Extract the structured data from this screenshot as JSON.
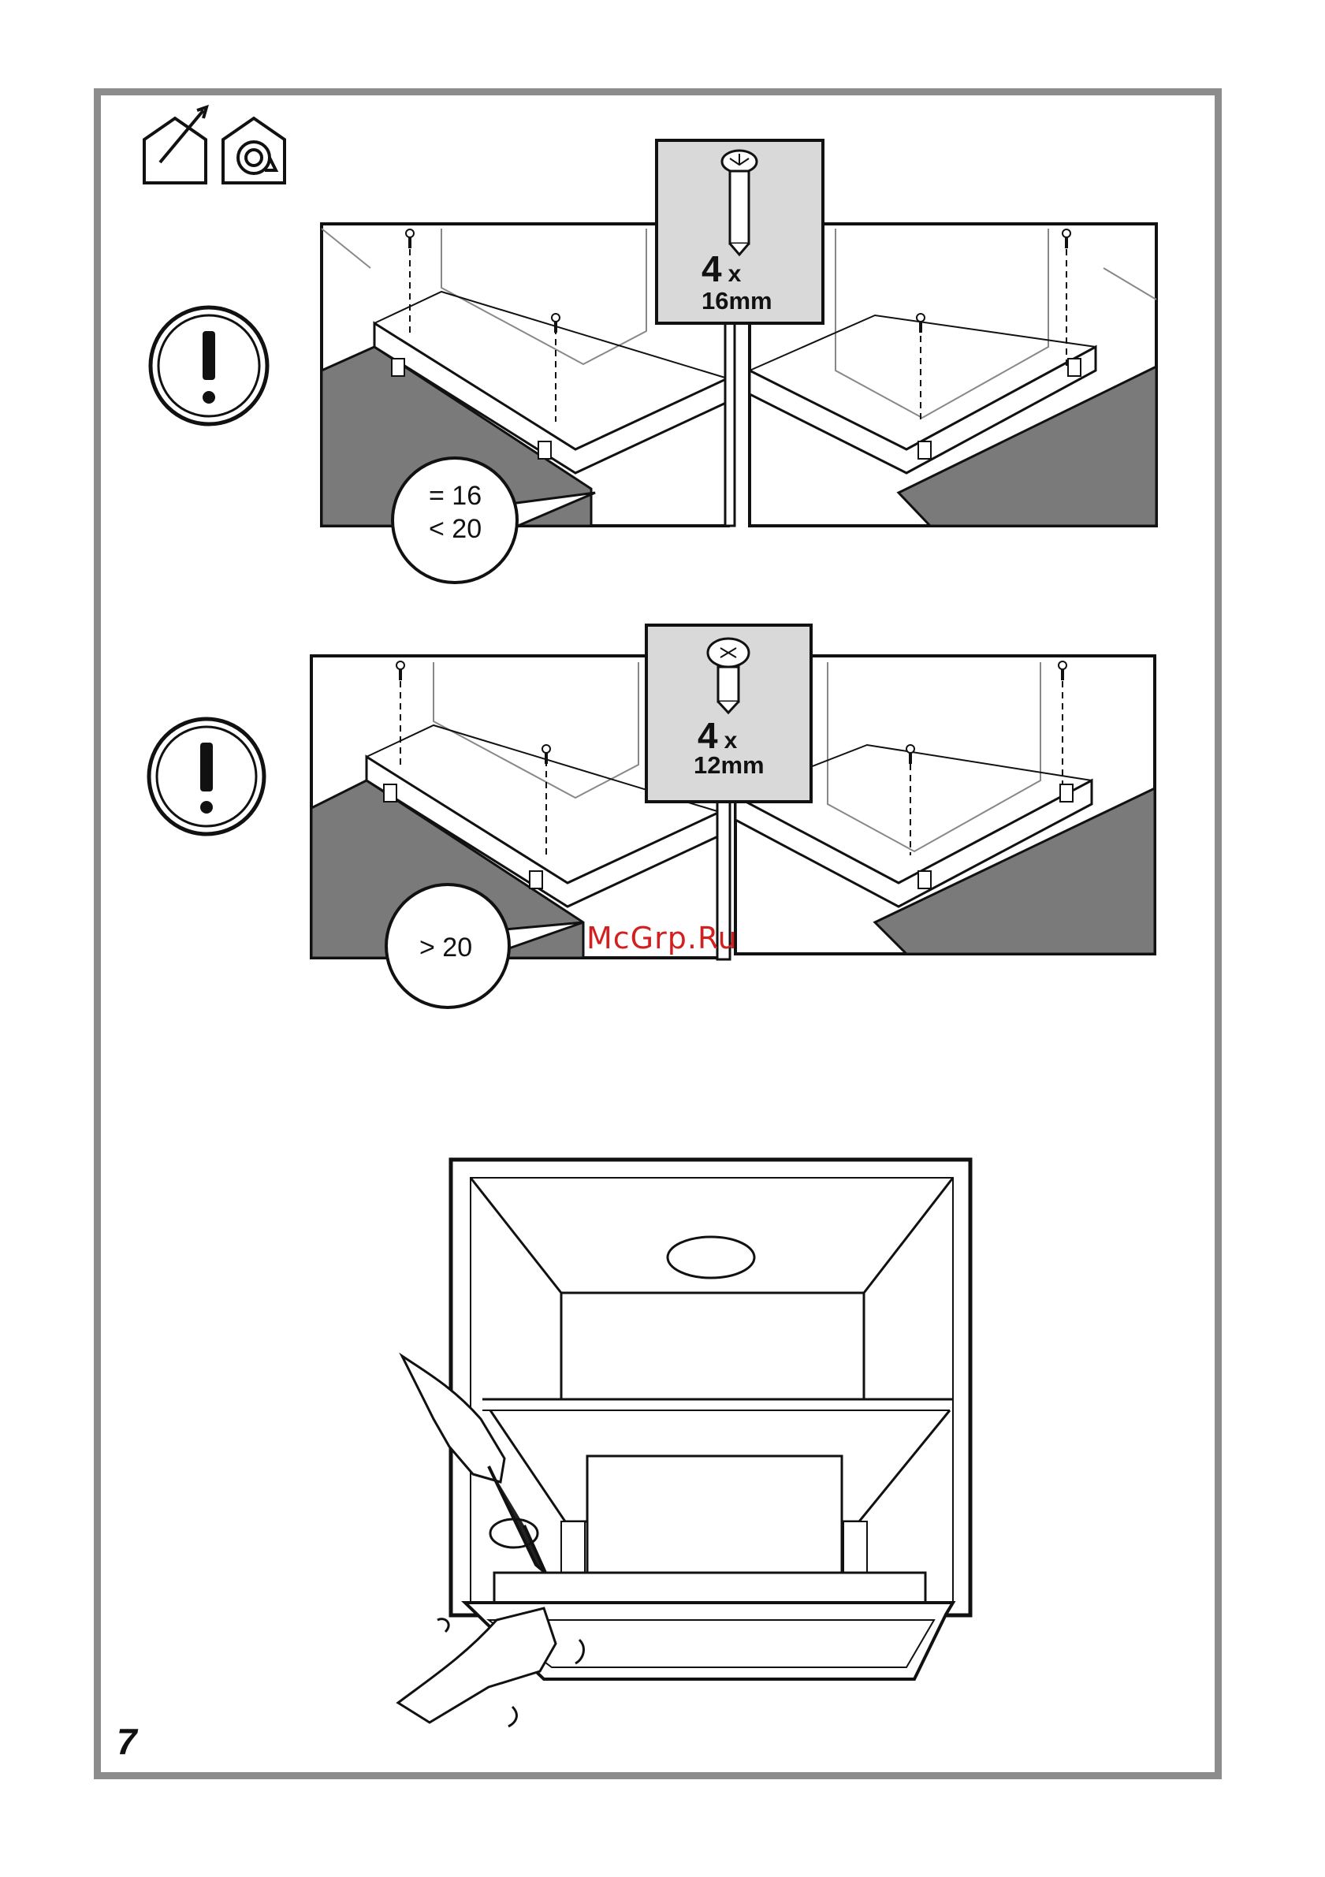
{
  "page": {
    "number": "7",
    "watermark": "McGrp.Ru"
  },
  "header_icons": [
    "indoor-installation-icon",
    "recirculation-mode-icon"
  ],
  "step1": {
    "warning_icon": "exclamation-circle-icon",
    "screw": {
      "count": "4",
      "multiplier": "x",
      "length": "16mm"
    },
    "thickness_note": [
      "= 16",
      "< 20"
    ]
  },
  "step2": {
    "warning_icon": "exclamation-circle-icon",
    "screw": {
      "count": "4",
      "multiplier": "x",
      "length": "12mm"
    },
    "thickness_note": [
      "> 20"
    ]
  },
  "step3": {
    "illustration": "hood-installed-in-cabinet-screwdriver-illustration"
  },
  "colors": {
    "frame": "#8c8c8c",
    "shelf": "#7a7a7a",
    "line": "#111111",
    "watermark": "#d21f1f",
    "screw_box": "#d9d9d9"
  }
}
